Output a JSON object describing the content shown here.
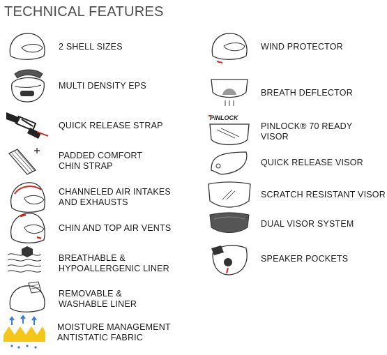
{
  "title": "TECHNICAL FEATURES",
  "features_left": [
    {
      "label": "2 SHELL SIZES",
      "icon": "helmet-shell-icon"
    },
    {
      "label": "MULTI DENSITY EPS",
      "icon": "eps-layers-icon"
    },
    {
      "label": "QUICK RELEASE STRAP",
      "icon": "strap-buckle-icon"
    },
    {
      "label": "PADDED COMFORT\nCHIN STRAP",
      "icon": "padded-strap-icon"
    },
    {
      "label": "CHANNELED AIR INTAKES\nAND EXHAUSTS",
      "icon": "air-channel-helmet-icon"
    },
    {
      "label": "CHIN AND TOP AIR VENTS",
      "icon": "air-vents-helmet-icon"
    },
    {
      "label": "BREATHABLE &\nHYPOALLERGENIC LINER",
      "icon": "breathable-liner-icon"
    },
    {
      "label": "REMOVABLE &\nWASHABLE LINER",
      "icon": "removable-liner-icon"
    },
    {
      "label": "MOISTURE MANAGEMENT\nANTISTATIC FABRIC",
      "icon": "moisture-fabric-icon"
    }
  ],
  "features_right": [
    {
      "label": "WIND PROTECTOR",
      "icon": "wind-protector-icon"
    },
    {
      "label": "BREATH DEFLECTOR",
      "icon": "breath-deflector-icon"
    },
    {
      "label": "PINLOCK® 70 READY\nVISOR",
      "icon": "pinlock-visor-icon",
      "badge": "PINLOCK"
    },
    {
      "label": "QUICK RELEASE VISOR",
      "icon": "quick-release-visor-icon"
    },
    {
      "label": "SCRATCH RESISTANT VISOR",
      "icon": "scratch-visor-icon"
    },
    {
      "label": "DUAL VISOR SYSTEM",
      "icon": "dual-visor-icon"
    },
    {
      "label": "SPEAKER POCKETS",
      "icon": "speaker-pockets-icon"
    }
  ],
  "colors": {
    "accent": "#d9261c",
    "stroke": "#333333",
    "moisture": "#f5c518",
    "moisture_blue": "#3a7bd5"
  }
}
